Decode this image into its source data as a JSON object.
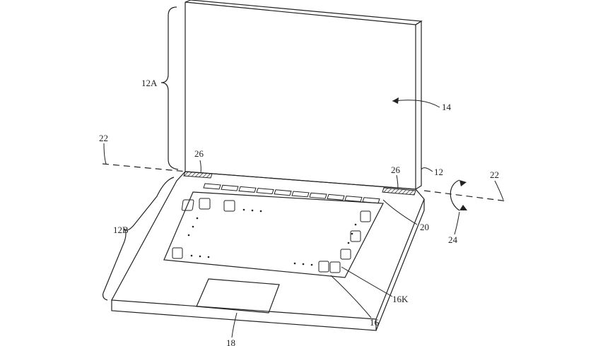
{
  "labels": {
    "l12A": "12A",
    "l14": "14",
    "l22_left": "22",
    "l22_right": "22",
    "l26_left": "26",
    "l26_right": "26",
    "l12": "12",
    "l12B": "12B",
    "l20": "20",
    "l24": "24",
    "l16K": "16K",
    "l16": "16",
    "l18": "18"
  },
  "colors": {
    "stroke": "#222222",
    "background": "#ffffff",
    "hatch": "#222222"
  }
}
